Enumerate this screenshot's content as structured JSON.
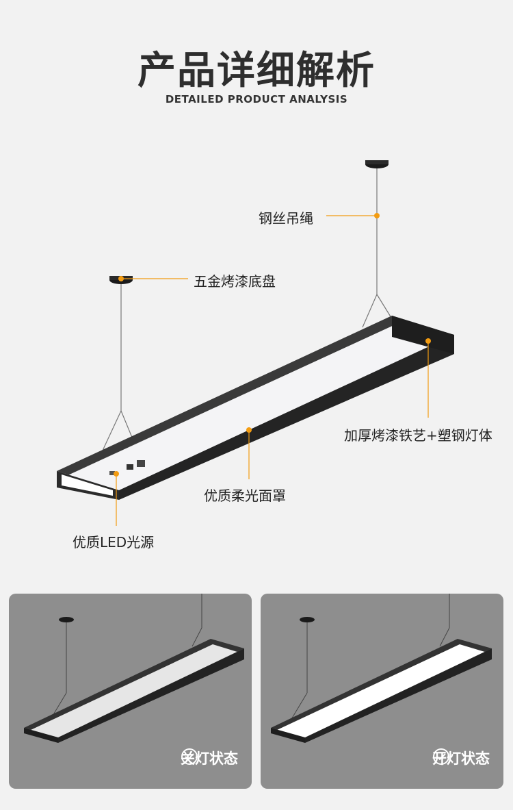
{
  "header": {
    "title": "产品详细解析",
    "subtitle": "DETAILED PRODUCT ANALYSIS"
  },
  "callouts": {
    "steel_wire": "钢丝吊绳",
    "base_plate": "五金烤漆底盘",
    "body": "加厚烤漆铁艺+塑钢灯体",
    "diffuser": "优质柔光面罩",
    "led_source": "优质LED光源"
  },
  "states": {
    "off": "关灯状态",
    "on": "开灯状态"
  },
  "colors": {
    "accent_dot": "#f39c12",
    "background": "#f2f2f2",
    "panel": "#8e8e8e",
    "fixture_frame": "#2b2b2b"
  }
}
